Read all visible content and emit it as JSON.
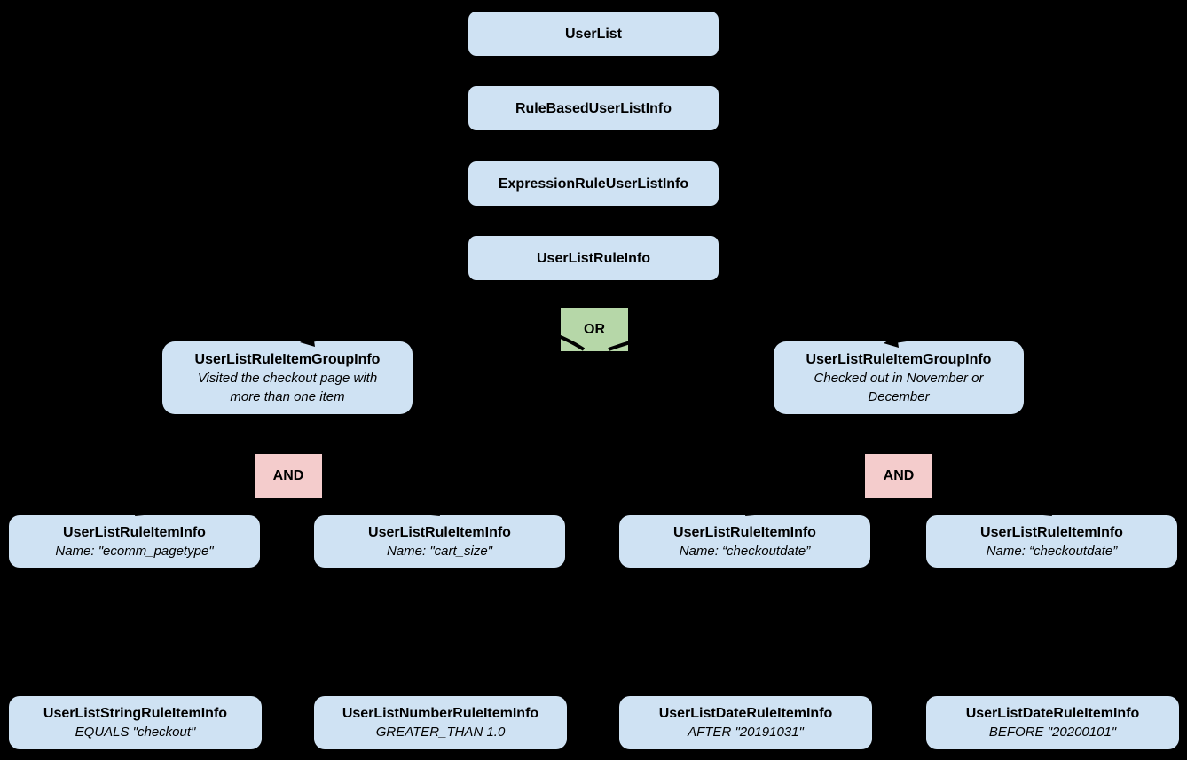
{
  "diagram": {
    "background_color": "#000000",
    "connector_color": "#000000",
    "node_color_blue": "#cfe2f3",
    "operator_color_green": "#b6d7a8",
    "operator_color_pink": "#f4cccc",
    "chain": [
      {
        "label": "UserList"
      },
      {
        "label": "RuleBasedUserListInfo"
      },
      {
        "label": "ExpressionRuleUserListInfo"
      },
      {
        "label": "UserListRuleInfo"
      }
    ],
    "or_label": "OR",
    "groups": [
      {
        "title": "UserListRuleItemGroupInfo",
        "description": "Visited the checkout page with more than one item",
        "operator_label": "AND"
      },
      {
        "title": "UserListRuleItemGroupInfo",
        "description": "Checked out in November or December",
        "operator_label": "AND"
      }
    ],
    "rule_items": [
      {
        "title": "UserListRuleItemInfo",
        "subtitle": "Name: \"ecomm_pagetype\""
      },
      {
        "title": "UserListRuleItemInfo",
        "subtitle": "Name: \"cart_size\""
      },
      {
        "title": "UserListRuleItemInfo",
        "subtitle": "Name: “checkoutdate”"
      },
      {
        "title": "UserListRuleItemInfo",
        "subtitle": "Name: “checkoutdate”"
      }
    ],
    "leaf_items": [
      {
        "title": "UserListStringRuleItemInfo",
        "subtitle": "EQUALS \"checkout\""
      },
      {
        "title": "UserListNumberRuleItemInfo",
        "subtitle": "GREATER_THAN 1.0"
      },
      {
        "title": "UserListDateRuleItemInfo",
        "subtitle": "AFTER \"20191031\""
      },
      {
        "title": "UserListDateRuleItemInfo",
        "subtitle": "BEFORE \"20200101\""
      }
    ]
  }
}
